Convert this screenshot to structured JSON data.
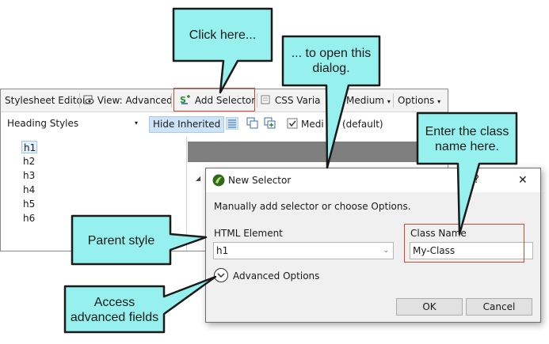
{
  "toolbar": {
    "stylesheet_editor": "Stylesheet Editor",
    "view": "View: Advanced",
    "add_selector": "Add Selector",
    "css_variables": "CSS Varia",
    "medium": "Medium",
    "options": "Options"
  },
  "toolbar2": {
    "heading_styles": "Heading Styles",
    "hide_inherited": "Hide Inherited",
    "medium_default_left": "Medi",
    "medium_default_right": "(default)"
  },
  "tree": {
    "items": [
      "h1",
      "h2",
      "h3",
      "h4",
      "h5",
      "h6"
    ]
  },
  "dialog": {
    "title": "New Selector",
    "help": "?",
    "close": "✕",
    "instruction": "Manually add selector or choose Options.",
    "html_element_label": "HTML Element",
    "html_element_value": "h1",
    "class_name_label": "Class Name",
    "class_name_value": "My-Class",
    "advanced_options": "Advanced Options",
    "ok": "OK",
    "cancel": "Cancel"
  },
  "callouts": {
    "click_here": "Click here...",
    "to_open": "... to open this dialog.",
    "enter_class": "Enter the class name here.",
    "parent_style": "Parent style",
    "access_advanced": "Access advanced fields"
  },
  "colors": {
    "callout_fill": "#96f1ee",
    "callout_stroke": "#1a1a1a",
    "highlight": "#d9462d",
    "selection": "#cde3f7"
  }
}
